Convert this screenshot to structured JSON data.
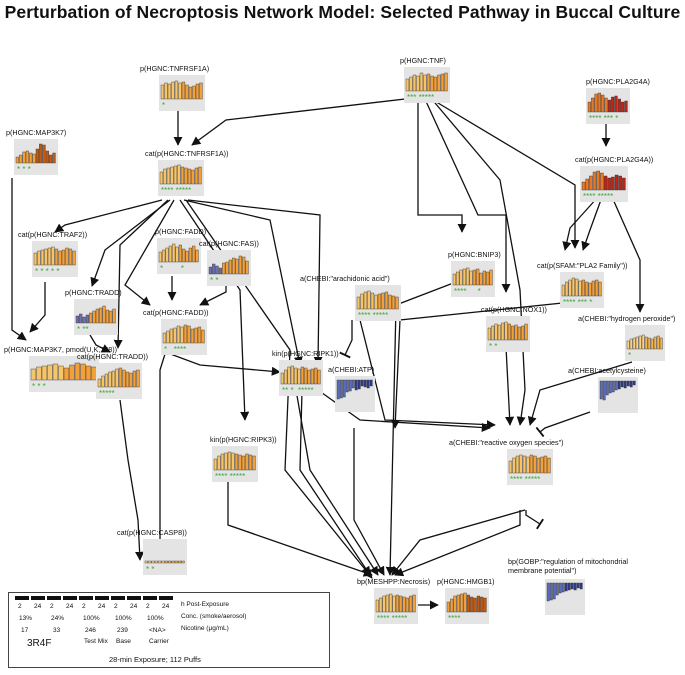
{
  "title": "Perturbation of Necroptosis Network Model: Selected Pathway in Buccal Culture",
  "colors": {
    "bar_orange": "#f2a03a",
    "bar_dark": "#c25a14",
    "bar_red": "#b8271a",
    "bar_blue": "#3c4c9c",
    "tile_bg": "#e4e4e4",
    "star": "#3aaa35",
    "edge": "#111111"
  },
  "nodes": [
    {
      "id": "tnfrsf1a",
      "label": "p(HGNC:TNFRSF1A)",
      "stars": "*",
      "palette": "orange",
      "bars": [
        0.7,
        0.8,
        0.75,
        0.85,
        0.9,
        0.8,
        0.85,
        0.7,
        0.6,
        0.65,
        0.75,
        0.8
      ]
    },
    {
      "id": "tnf",
      "label": "p(HGNC:TNF)",
      "stars": "*** *****",
      "palette": "orange",
      "bars": [
        0.6,
        0.7,
        0.8,
        0.75,
        0.9,
        0.8,
        0.85,
        0.75,
        0.7,
        0.8,
        0.85,
        0.9
      ]
    },
    {
      "id": "pla2g4a",
      "label": "p(HGNC:PLA2G4A)",
      "stars": "**** *** *",
      "palette": "red",
      "bars": [
        0.5,
        0.7,
        0.9,
        0.95,
        0.85,
        0.7,
        0.6,
        0.75,
        0.8,
        0.65,
        0.5,
        0.55
      ]
    },
    {
      "id": "map3k7",
      "label": "p(HGNC:MAP3K7)",
      "stars": "* * *",
      "palette": "dark",
      "bars": [
        0.3,
        0.4,
        0.55,
        0.6,
        0.5,
        0.45,
        0.7,
        0.95,
        0.9,
        0.6,
        0.4,
        0.5
      ]
    },
    {
      "id": "cat_tnfrsf1a",
      "label": "cat(p(HGNC:TNFRSF1A))",
      "stars": "**** *****",
      "palette": "orange",
      "bars": [
        0.6,
        0.75,
        0.8,
        0.85,
        0.9,
        0.95,
        0.85,
        0.8,
        0.75,
        0.7,
        0.8,
        0.85
      ]
    },
    {
      "id": "cat_pla2g4a",
      "label": "cat(p(HGNC:PLA2G4A))",
      "stars": "**** *****",
      "palette": "red",
      "bars": [
        0.4,
        0.55,
        0.7,
        0.9,
        0.95,
        0.85,
        0.7,
        0.6,
        0.65,
        0.75,
        0.7,
        0.6
      ]
    },
    {
      "id": "cat_traf2",
      "label": "cat(p(HGNC:TRAF2))",
      "stars": "* * * * *",
      "palette": "orange",
      "bars": [
        0.6,
        0.7,
        0.75,
        0.8,
        0.85,
        0.9,
        0.8,
        0.7,
        0.75,
        0.85,
        0.8,
        0.7
      ]
    },
    {
      "id": "fadd",
      "label": "p(HGNC:FADD)",
      "stars": "*        *",
      "palette": "orange",
      "bars": [
        0.5,
        0.6,
        0.7,
        0.8,
        0.9,
        0.75,
        0.85,
        0.65,
        0.55,
        0.7,
        0.8,
        0.6
      ]
    },
    {
      "id": "fas",
      "label": "cat(p(HGNC:FAS))",
      "stars": "* *",
      "palette": "mixed",
      "bars": [
        0.35,
        0.5,
        0.4,
        0.3,
        0.55,
        0.6,
        0.7,
        0.8,
        0.75,
        0.9,
        0.85,
        0.65
      ]
    },
    {
      "id": "bnip3",
      "label": "p(HGNC:BNIP3)",
      "stars": "****     *",
      "palette": "orange",
      "bars": [
        0.55,
        0.65,
        0.75,
        0.8,
        0.85,
        0.7,
        0.75,
        0.8,
        0.6,
        0.7,
        0.65,
        0.75
      ]
    },
    {
      "id": "arach",
      "label": "a(CHEBI:\"arachidonic acid\")",
      "stars": "**** *****",
      "palette": "orange",
      "bars": [
        0.6,
        0.75,
        0.85,
        0.9,
        0.8,
        0.7,
        0.75,
        0.8,
        0.85,
        0.7,
        0.65,
        0.6
      ]
    },
    {
      "id": "pla2fam",
      "label": "cat(p(SFAM:\"PLA2 Family\"))",
      "stars": "**** *** *",
      "palette": "orange",
      "bars": [
        0.55,
        0.7,
        0.8,
        0.9,
        0.85,
        0.75,
        0.8,
        0.7,
        0.65,
        0.75,
        0.8,
        0.7
      ]
    },
    {
      "id": "tradd",
      "label": "p(HGNC:TRADD)",
      "stars": "* **",
      "palette": "mixed",
      "bars": [
        0.35,
        0.45,
        0.3,
        0.4,
        0.5,
        0.6,
        0.7,
        0.75,
        0.85,
        0.65,
        0.6,
        0.7
      ]
    },
    {
      "id": "cat_fadd",
      "label": "cat(p(HGNC:FADD))",
      "stars": "*   ****",
      "palette": "orange",
      "bars": [
        0.5,
        0.6,
        0.7,
        0.75,
        0.85,
        0.8,
        0.9,
        0.85,
        0.7,
        0.75,
        0.8,
        0.65
      ]
    },
    {
      "id": "nox1",
      "label": "cat(p(HGNC:NOX1))",
      "stars": "* *",
      "palette": "orange",
      "bars": [
        0.6,
        0.7,
        0.8,
        0.75,
        0.85,
        0.9,
        0.8,
        0.7,
        0.75,
        0.65,
        0.7,
        0.8
      ]
    },
    {
      "id": "h2o2",
      "label": "a(CHEBI:\"hydrogen peroxide\")",
      "stars": "*",
      "palette": "light",
      "bars": [
        0.4,
        0.5,
        0.55,
        0.6,
        0.65,
        0.7,
        0.6,
        0.55,
        0.5,
        0.6,
        0.65,
        0.55
      ]
    },
    {
      "id": "map3k7_mod",
      "label": "p(HGNC:MAP3K7, pmod(U,K,158))",
      "stars": "* * *",
      "palette": "orange",
      "bars": [
        0.55,
        0.65,
        0.7,
        0.75,
        0.8,
        0.7,
        0.6,
        0.75,
        0.85,
        0.8,
        0.7,
        0.65
      ]
    },
    {
      "id": "cat_tradd",
      "label": "cat(p(HGNC:TRADD))",
      "stars": "*****",
      "palette": "orange",
      "bars": [
        0.4,
        0.55,
        0.65,
        0.75,
        0.8,
        0.9,
        0.95,
        0.85,
        0.75,
        0.7,
        0.8,
        0.85
      ]
    },
    {
      "id": "ripk1",
      "label": "kin(p(HGNC:RIPK1))",
      "stars": "** *  *****",
      "palette": "orange",
      "bars": [
        0.55,
        0.7,
        0.85,
        0.9,
        0.8,
        0.75,
        0.85,
        0.8,
        0.7,
        0.75,
        0.8,
        0.7
      ]
    },
    {
      "id": "atp",
      "label": "a(CHEBI:ATP)",
      "stars": "",
      "palette": "blue",
      "bars": [
        0.95,
        0.9,
        0.85,
        0.6,
        0.55,
        0.4,
        0.5,
        0.45,
        0.3,
        0.35,
        0.4,
        0.3
      ]
    },
    {
      "id": "acetyl",
      "label": "a(CHEBI:acetylcysteine)",
      "stars": "",
      "palette": "blue",
      "bars": [
        0.9,
        0.95,
        0.7,
        0.6,
        0.55,
        0.45,
        0.4,
        0.3,
        0.35,
        0.25,
        0.3,
        0.2
      ]
    },
    {
      "id": "ripk3",
      "label": "kin(p(HGNC:RIPK3))",
      "stars": "**** *****",
      "palette": "orange",
      "bars": [
        0.55,
        0.7,
        0.8,
        0.85,
        0.9,
        0.85,
        0.8,
        0.75,
        0.7,
        0.8,
        0.75,
        0.7
      ]
    },
    {
      "id": "ros",
      "label": "a(CHEBI:\"reactive oxygen species\")",
      "stars": "**** *****",
      "palette": "orange",
      "bars": [
        0.6,
        0.75,
        0.85,
        0.9,
        0.85,
        0.8,
        0.9,
        0.85,
        0.75,
        0.8,
        0.85,
        0.75
      ]
    },
    {
      "id": "casp8",
      "label": "cat(p(HGNC:CASP8))",
      "stars": "* *",
      "palette": "light",
      "bars": [
        0.1,
        0.1,
        0.1,
        0.1,
        0.1,
        0.1,
        0.1,
        0.1,
        0.1,
        0.1,
        0.1,
        0.1
      ]
    },
    {
      "id": "mito",
      "label": "bp(GOBP:\"regulation of mitochondrial membrane potential\")",
      "stars": "",
      "palette": "blue",
      "bars": [
        0.9,
        0.85,
        0.8,
        0.6,
        0.5,
        0.45,
        0.4,
        0.35,
        0.3,
        0.35,
        0.25,
        0.3
      ]
    },
    {
      "id": "necrosis",
      "label": "bp(MESHPP:Necrosis)",
      "stars": "**** *****",
      "palette": "orange",
      "bars": [
        0.6,
        0.7,
        0.8,
        0.85,
        0.9,
        0.8,
        0.85,
        0.8,
        0.75,
        0.7,
        0.8,
        0.85
      ]
    },
    {
      "id": "hmgb1",
      "label": "p(HGNC:HMGB1)",
      "stars": "****",
      "palette": "dark",
      "bars": [
        0.5,
        0.65,
        0.8,
        0.85,
        0.9,
        0.95,
        0.85,
        0.75,
        0.7,
        0.8,
        0.75,
        0.7
      ]
    }
  ],
  "legend": {
    "row_post": [
      "2",
      "24",
      "2",
      "24",
      "2",
      "24",
      "2",
      "24",
      "2",
      "24"
    ],
    "row_post_label": "h Post-Exposure",
    "row_conc": [
      "13%",
      "24%",
      "100%",
      "100%",
      "100%"
    ],
    "row_conc_label": "Conc. (smoke/aerosol)",
    "row_nic": [
      "17",
      "33",
      "246",
      "239",
      "<NA>"
    ],
    "row_nic_label": "Nicotine (μg/mL)",
    "groups": [
      "3R4F",
      "Test Mix",
      "Base",
      "Carrier"
    ],
    "footer": "28-min Exposure; 112 Puffs"
  }
}
